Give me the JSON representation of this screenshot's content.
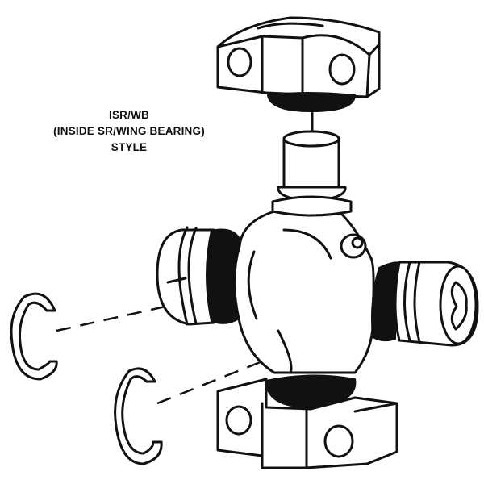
{
  "diagram": {
    "subject": "universal joint (u-joint) exploded view",
    "label": {
      "line1": "ISR/WB",
      "line2": "(INSIDE SR/WING BEARING)",
      "line3": "STYLE"
    },
    "parts": [
      {
        "name": "top-bearing-cap",
        "description": "wing bearing cap with two bolt holes"
      },
      {
        "name": "top-seal",
        "description": "black seal ring"
      },
      {
        "name": "top-trunnion",
        "description": "cross trunnion journal"
      },
      {
        "name": "cross-body",
        "description": "spider/cross center body with grease fitting"
      },
      {
        "name": "left-bearing-cup",
        "description": "bearing cup with black seal"
      },
      {
        "name": "right-bearing-cup",
        "description": "bearing cup with black seal"
      },
      {
        "name": "bottom-bearing-cap",
        "description": "wing bearing cap with two bolt holes"
      },
      {
        "name": "snap-ring-1",
        "description": "C-shaped retaining snap ring"
      },
      {
        "name": "snap-ring-2",
        "description": "C-shaped retaining snap ring"
      }
    ],
    "colors": {
      "line": "#111111",
      "background": "#ffffff"
    }
  }
}
